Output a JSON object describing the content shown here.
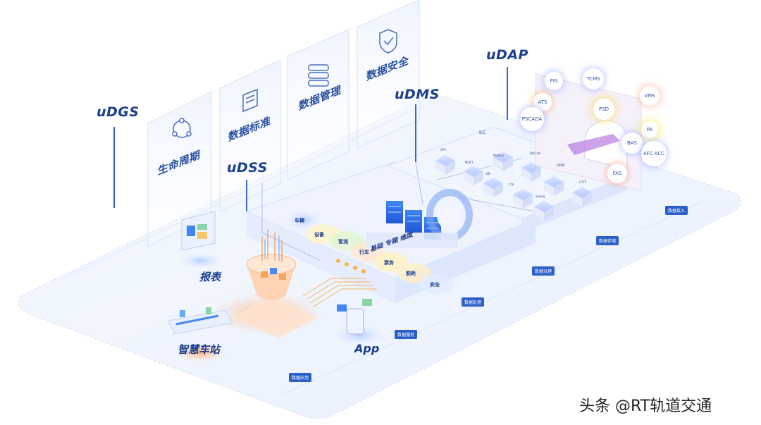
{
  "systems": {
    "udgs": "uDGS",
    "udss": "uDSS",
    "udms": "uDMS",
    "udap": "uDAP"
  },
  "panels": [
    {
      "label": "生命周期",
      "icon": "share-icon"
    },
    {
      "label": "数据标准",
      "icon": "book-icon"
    },
    {
      "label": "数据管理",
      "icon": "database-icon"
    },
    {
      "label": "数据安全",
      "icon": "shield-check-icon"
    }
  ],
  "core": {
    "label": "基础 专题 维度"
  },
  "data_circles": [
    "车辆",
    "设备",
    "客流",
    "行车",
    "票务",
    "能耗",
    "安全"
  ],
  "protocols": [
    "IEC",
    "Modbus",
    "BACnet",
    "SNMP",
    "OPC",
    "MQTT",
    "HTTP",
    "DB",
    "FTP",
    "Syslog"
  ],
  "subsystems": [
    "PIS",
    "TCMS",
    "ATS",
    "VMS",
    "PSCADA",
    "PSD",
    "PA",
    "BAS",
    "AFC ACC",
    "FAS"
  ],
  "apps": {
    "report": "报表",
    "station": "智慧车站",
    "app": "App"
  },
  "tags": [
    "数据接入",
    "数据存储",
    "数据治理",
    "数据处理",
    "数据服务",
    "数据应用"
  ],
  "watermark": "头条 @RT轨道交通",
  "colors": {
    "brand_blue": "#1b3f8f",
    "accent_blue": "#2c5fc9",
    "orange": "#f39a4a"
  }
}
